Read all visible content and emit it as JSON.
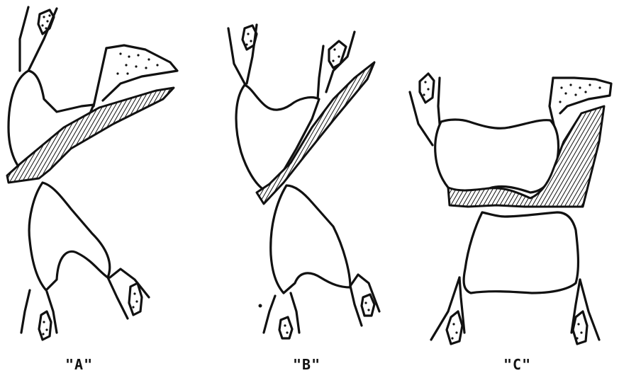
{
  "labels": {
    "a": "\"A\"",
    "b": "\"B\"",
    "c": "\"C\""
  }
}
